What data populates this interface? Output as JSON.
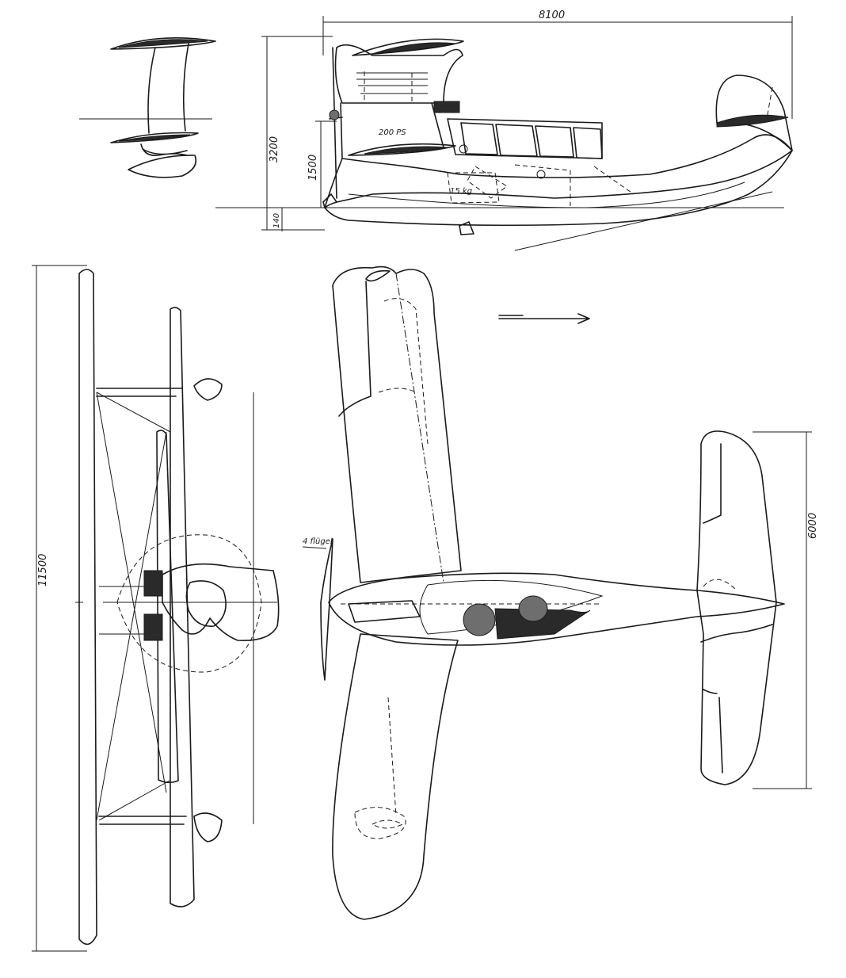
{
  "dimensions": {
    "length": "8100",
    "height": "3200",
    "hull_height": "1500",
    "draft": "140",
    "span": "11500",
    "tailplane_span": "6000"
  },
  "annotations": {
    "engine_power": "200 PS",
    "fuel": "15 kg",
    "propeller": "4 flügel"
  },
  "colors": {
    "ink": "#1a1a1a",
    "paper": "#ffffff"
  }
}
